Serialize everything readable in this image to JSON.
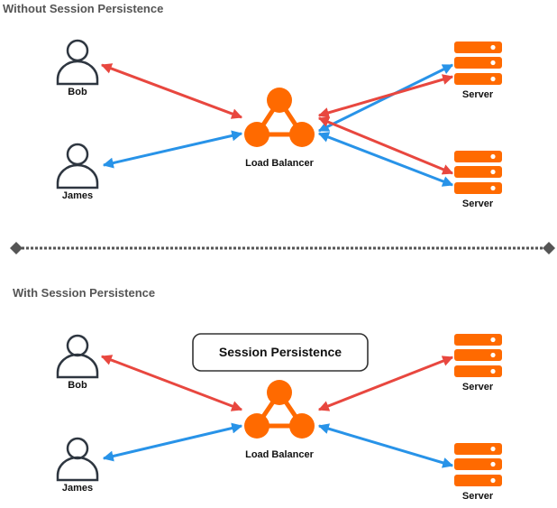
{
  "colors": {
    "orange": "#FF6A00",
    "red": "#E8473F",
    "blue": "#2893E8",
    "icon_stroke": "#2E3640",
    "divider": "#555555",
    "title": "#555555"
  },
  "sections": [
    {
      "title": "Without Session Persistence",
      "users": [
        {
          "label": "Bob"
        },
        {
          "label": "James"
        }
      ],
      "load_balancer": {
        "label": "Load Balancer"
      },
      "servers": [
        {
          "label": "Server"
        },
        {
          "label": "Server"
        }
      ],
      "connections": [
        {
          "from": "Bob",
          "to": "Load Balancer",
          "color": "red"
        },
        {
          "from": "James",
          "to": "Load Balancer",
          "color": "blue"
        },
        {
          "from": "Load Balancer",
          "to": "Server 1",
          "color": "red"
        },
        {
          "from": "Load Balancer",
          "to": "Server 1",
          "color": "blue"
        },
        {
          "from": "Load Balancer",
          "to": "Server 2",
          "color": "red"
        },
        {
          "from": "Load Balancer",
          "to": "Server 2",
          "color": "blue"
        }
      ]
    },
    {
      "title": "With Session Persistence",
      "box_label": "Session Persistence",
      "users": [
        {
          "label": "Bob"
        },
        {
          "label": "James"
        }
      ],
      "load_balancer": {
        "label": "Load Balancer"
      },
      "servers": [
        {
          "label": "Server"
        },
        {
          "label": "Server"
        }
      ],
      "connections": [
        {
          "from": "Bob",
          "to": "Load Balancer",
          "color": "red"
        },
        {
          "from": "James",
          "to": "Load Balancer",
          "color": "blue"
        },
        {
          "from": "Load Balancer",
          "to": "Server 1",
          "color": "red"
        },
        {
          "from": "Load Balancer",
          "to": "Server 2",
          "color": "blue"
        }
      ]
    }
  ]
}
